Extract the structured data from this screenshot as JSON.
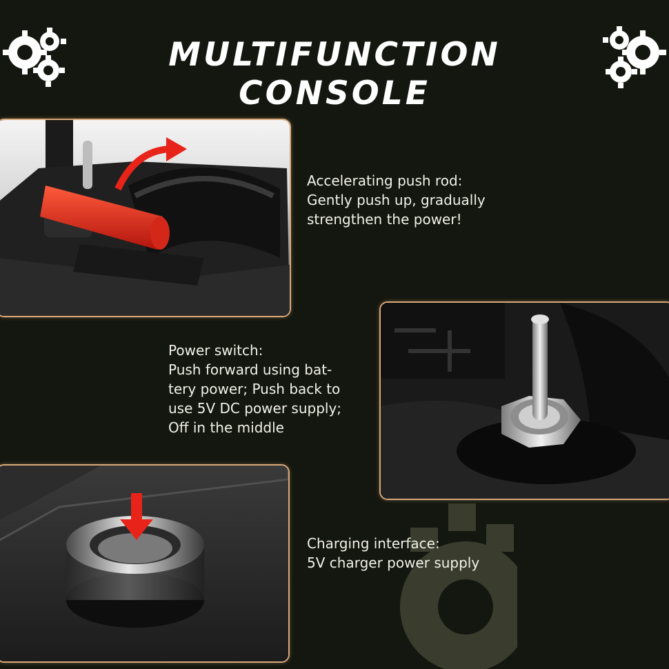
{
  "header": {
    "title": "MULTIFUNCTION CONSOLE",
    "left_icon": "gears-icon",
    "right_icon": "gears-icon"
  },
  "features": [
    {
      "icon": "push-rod-image",
      "lines": [
        "Accelerating push rod:",
        "Gently push up, gradually",
        "strengthen the power!"
      ]
    },
    {
      "icon": "toggle-switch-image",
      "lines": [
        "Power switch:",
        "Push forward using bat-",
        "tery power; Push back to",
        "use 5V DC power supply;",
        "Off in the middle"
      ]
    },
    {
      "icon": "charging-port-image",
      "lines": [
        "Charging interface:",
        "5V charger power supply"
      ]
    }
  ],
  "colors": {
    "background": "#14170f",
    "panel_border": "#d9a97a",
    "accent_red": "#e8231a",
    "text": "#f2f2ea"
  }
}
